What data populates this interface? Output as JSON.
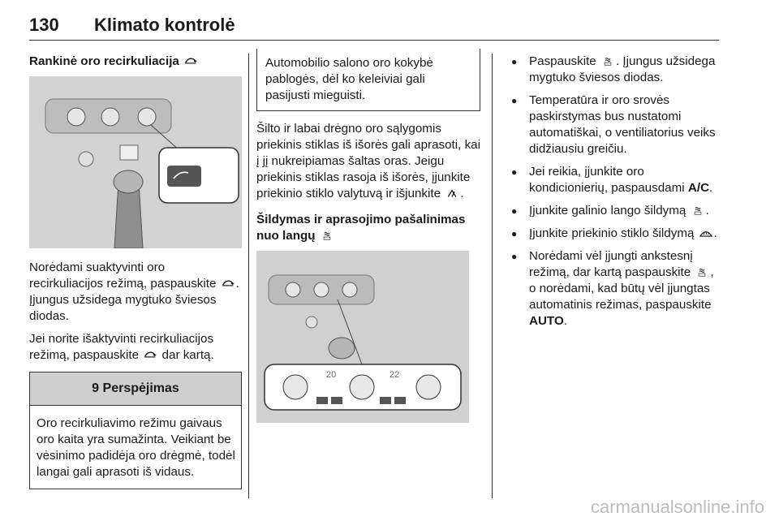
{
  "header": {
    "page_number": "130",
    "chapter_title": "Klimato kontrolė"
  },
  "col1": {
    "heading": "Rankinė oro recirkuliacija",
    "heading_icon": "air-recirculation-icon",
    "para1_a": "Norėdami suaktyvinti oro recirkuliacijos režimą, paspauskite",
    "para1_b": ". Įjungus užsidega mygtuko šviesos diodas.",
    "para2_a": "Jei norite išaktyvinti recirkuliacijos režimą, paspauskite",
    "para2_b": "dar kartą.",
    "warning": {
      "icon": "warning-triangle-icon",
      "symbol": "9",
      "title": "Perspėjimas",
      "text": "Oro recirkuliavimo režimu gaivaus oro kaita yra sumažinta. Veikiant be vėsinimo padidėja oro drėgmė, todėl langai gali aprasoti iš vidaus."
    }
  },
  "col2": {
    "note_text": "Automobilio salono oro kokybė pablogės, dėl ko keleiviai gali pasijusti mieguisti.",
    "para1_a": "Šilto ir labai drėgno oro sąlygomis priekinis stiklas iš išorės gali aprasoti, kai į jį nukreipiamas šaltas oras. Jeigu priekinis stiklas rasoja iš išorės, įjunkite priekinio stiklo valytuvą ir išjunkite",
    "para1_b": ".",
    "para1_icon": "windscreen-wiper-icon",
    "heading": "Šildymas ir aprasojimo pašalinimas nuo langų",
    "heading_icon": "max-defrost-icon",
    "illus_labels": {
      "left_temp": "20",
      "right_temp": "22"
    }
  },
  "col3": {
    "bullets": [
      {
        "a": "Paspauskite",
        "icon": "max-defrost-icon",
        "b": ". Įjungus užsidega mygtuko šviesos diodas."
      },
      {
        "a": "Temperatūra ir oro srovės paskirstymas bus nustatomi automatiškai, o ventiliatorius veiks didžiausiu greičiu.",
        "icon": "",
        "b": ""
      },
      {
        "a": "Jei reikia, įjunkite oro kondicionierių, paspausdami",
        "bold": "A/C",
        "b": "."
      },
      {
        "a": "Įjunkite galinio lango šildymą",
        "icon": "max-defrost-icon",
        "b": "."
      },
      {
        "a": "Įjunkite priekinio stiklo šildymą",
        "icon": "windscreen-heat-icon",
        "b": "."
      },
      {
        "a": "Norėdami vėl įjungti ankstesnį režimą, dar kartą paspauskite",
        "icon": "max-defrost-icon",
        "b": ", o norėdami, kad būtų vėl įjungtas automatinis režimas, paspauskite",
        "bold": "AUTO",
        "c": "."
      }
    ]
  },
  "watermark": "carmanualsonline.info"
}
